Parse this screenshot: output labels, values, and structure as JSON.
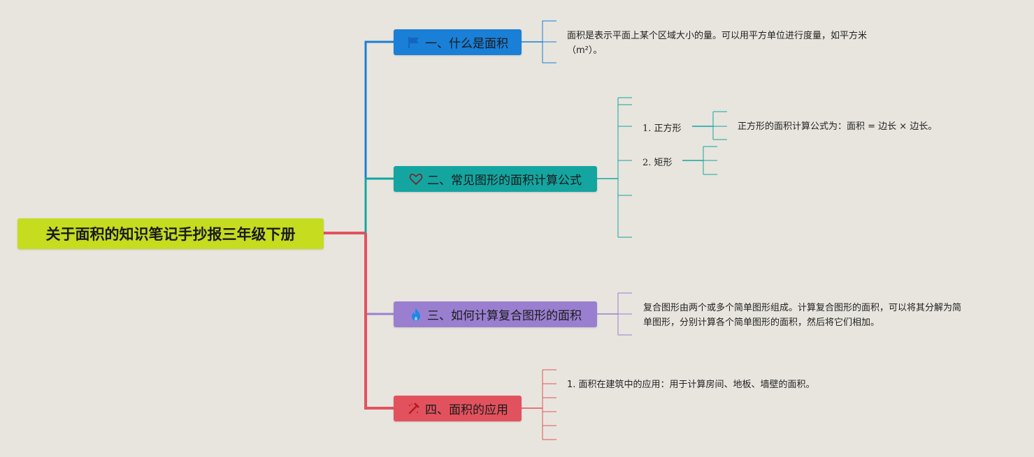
{
  "root": {
    "title": "关于面积的知识笔记手抄报三年级下册",
    "color": "#c5dc1f"
  },
  "branches": [
    {
      "label": "一、什么是面积",
      "icon": "flag-icon",
      "color": "#1a7fd6"
    },
    {
      "label": "二、常见图形的面积计算公式",
      "icon": "heart-icon",
      "color": "#14a5a0"
    },
    {
      "label": "三、如何计算复合图形的面积",
      "icon": "flame-icon",
      "color": "#9a7fd0"
    },
    {
      "label": "四、面积的应用",
      "icon": "hammer-icon",
      "color": "#e2525e"
    }
  ],
  "notes": {
    "what_is_area": [
      "面积是表示平面上某个区域大小的量。可以用平方单位进行度量，如平方米",
      "（m²）。"
    ],
    "square": {
      "label": "1. 正方形",
      "formula": "正方形的面积计算公式为：面积 = 边长 × 边长。"
    },
    "rectangle": {
      "label": "2. 矩形"
    },
    "composite": [
      "复合图形由两个或多个简单图形组成。计算复合图形的面积，可以将其分解为简",
      "单图形，分别计算各个简单图形的面积，然后将它们相加。"
    ],
    "application_1": "1. 面积在建筑中的应用：用于计算房间、地板、墙壁的面积。"
  }
}
